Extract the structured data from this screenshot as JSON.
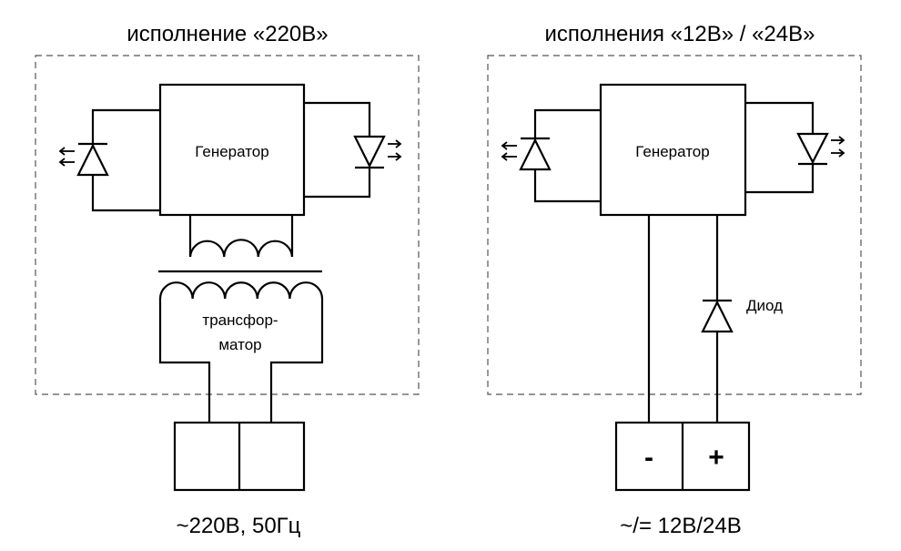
{
  "left": {
    "title": "исполнение «220В»",
    "generator_label": "Генератор",
    "transformer_label_line1": "трансфор-",
    "transformer_label_line2": "матор",
    "supply_label": "~220В, 50Гц"
  },
  "right": {
    "title": "исполнения «12В» / «24В»",
    "generator_label": "Генератор",
    "diode_label": "Диод",
    "terminal_minus": "-",
    "terminal_plus": "+",
    "supply_label": "~/= 12В/24В"
  },
  "icons": [
    "led-emitter-icon",
    "photodiode-receiver-icon",
    "transformer-coil-icon",
    "rectifier-diode-icon"
  ],
  "colors": {
    "line": "#000000",
    "dashed_border": "#555555",
    "background": "#ffffff"
  }
}
